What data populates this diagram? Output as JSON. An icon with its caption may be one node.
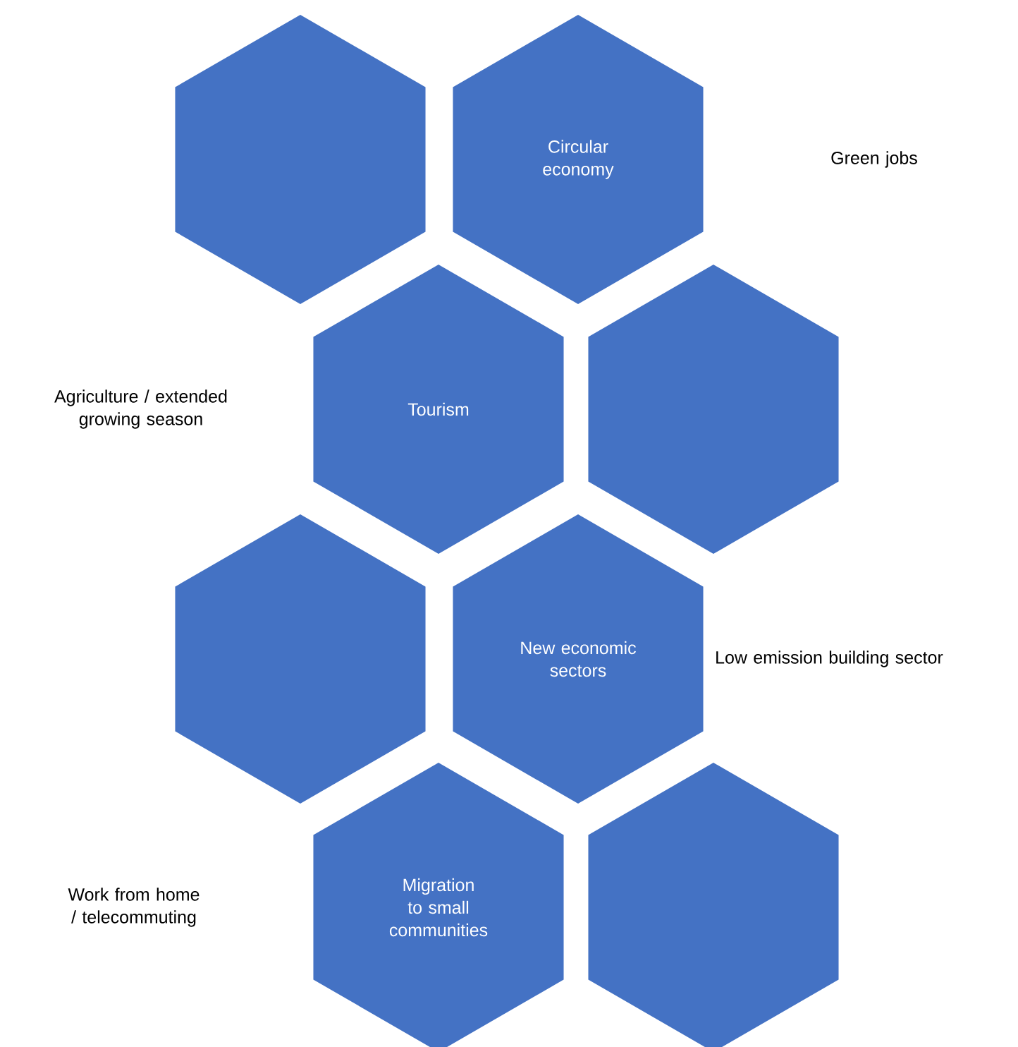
{
  "diagram": {
    "nodes": [
      {
        "text": [],
        "shape": "hexagon"
      },
      {
        "text": [
          "Circular economy"
        ]
      },
      {
        "text": [
          "Tourism"
        ]
      },
      {
        "text": [],
        "shape": "hexagon"
      },
      {
        "text": [],
        "shape": "hexagon"
      },
      {
        "text": [
          "New economic sectors"
        ]
      },
      {
        "text": [
          "Migration to small communities"
        ]
      },
      {
        "text": [],
        "shape": "hexagon"
      }
    ],
    "labels": [
      "Green jobs",
      "Agriculture / extended growing season",
      "Low emission building sector",
      "Work from home / telecommuting"
    ]
  }
}
